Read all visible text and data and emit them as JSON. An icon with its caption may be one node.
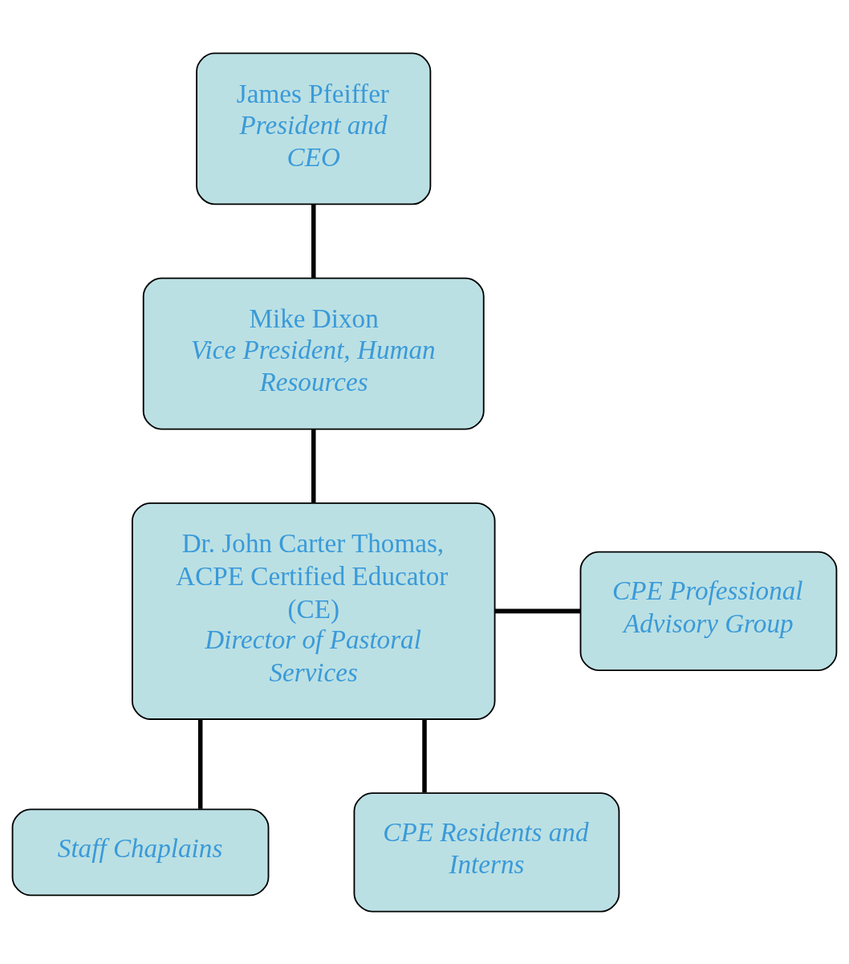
{
  "diagram": {
    "nodes": [
      {
        "text": [
          "James Pfeiffer",
          "President and CEO"
        ]
      },
      {
        "text": [
          "Mike Dixon",
          "Vice President, Human Resources"
        ]
      },
      {
        "text": [
          "Dr. John Carter Thomas, ACPE Certified Educator (CE)",
          "Director of Pastoral Services"
        ]
      },
      {
        "text": [
          "CPE Professional Advisory Group"
        ]
      },
      {
        "text": [
          "Staff Chaplains"
        ]
      },
      {
        "text": [
          "CPE Residents and Interns"
        ]
      }
    ],
    "edges": [
      {
        "from": 0,
        "to": 1,
        "arrow": "none"
      },
      {
        "from": 1,
        "to": 2,
        "arrow": "none"
      },
      {
        "from": 2,
        "to": 3,
        "arrow": "none"
      },
      {
        "from": 2,
        "to": 5,
        "arrow": "none"
      },
      {
        "from": 2,
        "to": 4,
        "arrow": "none"
      }
    ]
  }
}
